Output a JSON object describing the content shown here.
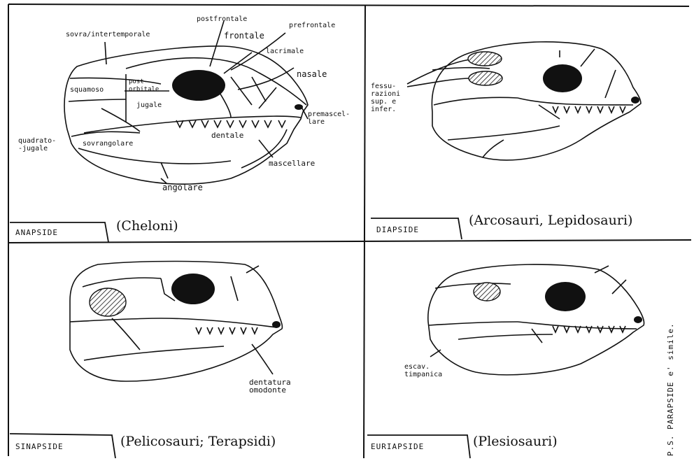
{
  "panels": {
    "anapside": {
      "tag": "ANAPSIDE",
      "group": "(Cheloni)",
      "labels": {
        "sovra_intertemporale": "sovra/intertemporale",
        "postfrontale": "postfrontale",
        "frontale": "frontale",
        "prefrontale": "prefrontale",
        "lacrimale": "lacrimale",
        "nasale": "nasale",
        "squamoso": "squamoso",
        "postorbitale": "post-\norbitale",
        "jugale": "jugale",
        "premascellare": "premascel-\nlare",
        "dentale": "dentale",
        "quadrato_jugale": "quadrato-\n-jugale",
        "sovrangolare": "sovrangolare",
        "mascellare": "mascellare",
        "angolare": "angolare"
      }
    },
    "diapside": {
      "tag": "DIAPSIDE",
      "group": "(Arcosauri, Lepidosauri)",
      "labels": {
        "fessurazioni": "fessu-\nrazioni\nsup. e\ninfer."
      }
    },
    "sinapside": {
      "tag": "SINAPSIDE",
      "group": "(Pelicosauri; Terapsidi)",
      "labels": {
        "dentatura": "dentatura\nomodonte"
      }
    },
    "euriapside": {
      "tag": "EURIAPSIDE",
      "group": "(Plesiosauri)",
      "labels": {
        "escavazione": "escav.\ntimpanica"
      }
    }
  },
  "side_note": "P.S. PARAPSIDE e' simile."
}
